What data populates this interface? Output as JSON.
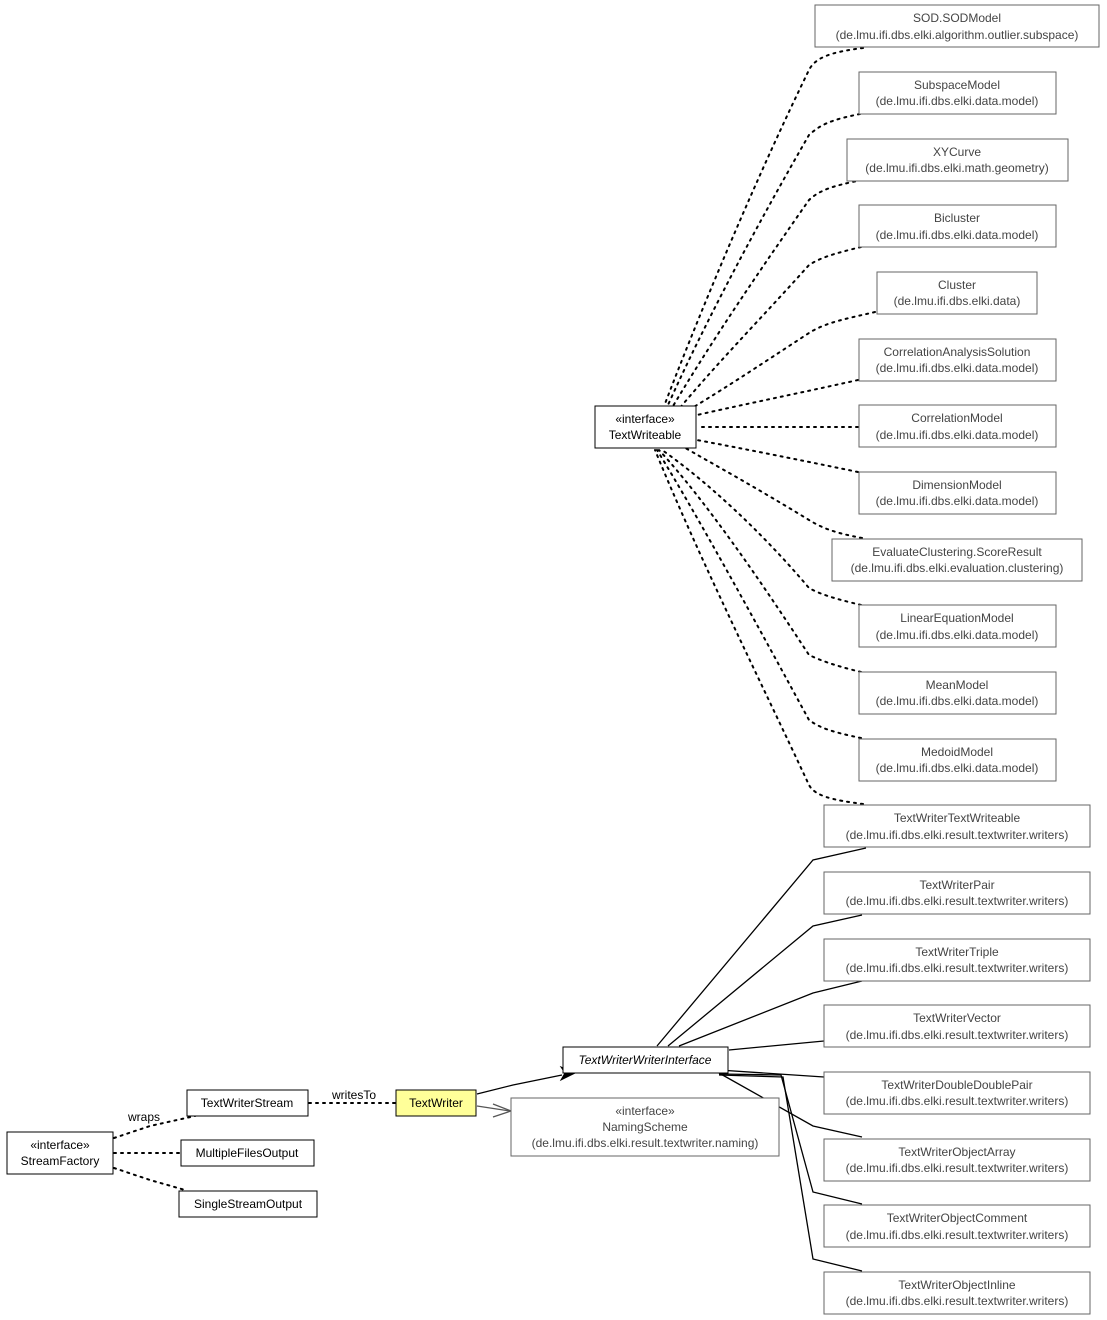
{
  "nodes": {
    "sod_model": {
      "line1": "SOD.SODModel",
      "line2": "(de.lmu.ifi.dbs.elki.algorithm.outlier.subspace)"
    },
    "subspace_model": {
      "line1": "SubspaceModel",
      "line2": "(de.lmu.ifi.dbs.elki.data.model)"
    },
    "xycurve": {
      "line1": "XYCurve",
      "line2": "(de.lmu.ifi.dbs.elki.math.geometry)"
    },
    "bicluster": {
      "line1": "Bicluster",
      "line2": "(de.lmu.ifi.dbs.elki.data.model)"
    },
    "cluster": {
      "line1": "Cluster",
      "line2": "(de.lmu.ifi.dbs.elki.data)"
    },
    "correlation_analysis_solution": {
      "line1": "CorrelationAnalysisSolution",
      "line2": "(de.lmu.ifi.dbs.elki.data.model)"
    },
    "correlation_model": {
      "line1": "CorrelationModel",
      "line2": "(de.lmu.ifi.dbs.elki.data.model)"
    },
    "dimension_model": {
      "line1": "DimensionModel",
      "line2": "(de.lmu.ifi.dbs.elki.data.model)"
    },
    "evaluate_clustering_score_result": {
      "line1": "EvaluateClustering.ScoreResult",
      "line2": "(de.lmu.ifi.dbs.elki.evaluation.clustering)"
    },
    "linear_equation_model": {
      "line1": "LinearEquationModel",
      "line2": "(de.lmu.ifi.dbs.elki.data.model)"
    },
    "mean_model": {
      "line1": "MeanModel",
      "line2": "(de.lmu.ifi.dbs.elki.data.model)"
    },
    "medoid_model": {
      "line1": "MedoidModel",
      "line2": "(de.lmu.ifi.dbs.elki.data.model)"
    },
    "text_writer_text_writeable": {
      "line1": "TextWriterTextWriteable",
      "line2": "(de.lmu.ifi.dbs.elki.result.textwriter.writers)"
    },
    "text_writer_pair": {
      "line1": "TextWriterPair",
      "line2": "(de.lmu.ifi.dbs.elki.result.textwriter.writers)"
    },
    "text_writer_triple": {
      "line1": "TextWriterTriple",
      "line2": "(de.lmu.ifi.dbs.elki.result.textwriter.writers)"
    },
    "text_writer_vector": {
      "line1": "TextWriterVector",
      "line2": "(de.lmu.ifi.dbs.elki.result.textwriter.writers)"
    },
    "text_writer_double_double_pair": {
      "line1": "TextWriterDoubleDoublePair",
      "line2": "(de.lmu.ifi.dbs.elki.result.textwriter.writers)"
    },
    "text_writer_object_array": {
      "line1": "TextWriterObjectArray",
      "line2": "(de.lmu.ifi.dbs.elki.result.textwriter.writers)"
    },
    "text_writer_object_comment": {
      "line1": "TextWriterObjectComment",
      "line2": "(de.lmu.ifi.dbs.elki.result.textwriter.writers)"
    },
    "text_writer_object_inline": {
      "line1": "TextWriterObjectInline",
      "line2": "(de.lmu.ifi.dbs.elki.result.textwriter.writers)"
    },
    "text_writeable": {
      "stereotype": "«interface»",
      "name": "TextWriteable"
    },
    "text_writer_writer_interface": {
      "name": "TextWriterWriterInterface"
    },
    "naming_scheme": {
      "stereotype": "«interface»",
      "name": "NamingScheme",
      "package": "(de.lmu.ifi.dbs.elki.result.textwriter.naming)"
    },
    "text_writer": {
      "name": "TextWriter"
    },
    "text_writer_stream": {
      "name": "TextWriterStream"
    },
    "stream_factory": {
      "stereotype": "«interface»",
      "name": "StreamFactory"
    },
    "multiple_files_output": {
      "name": "MultipleFilesOutput"
    },
    "single_stream_output": {
      "name": "SingleStreamOutput"
    }
  },
  "edges": {
    "wraps_label": "wraps",
    "writes_to_label": "writesTo"
  }
}
